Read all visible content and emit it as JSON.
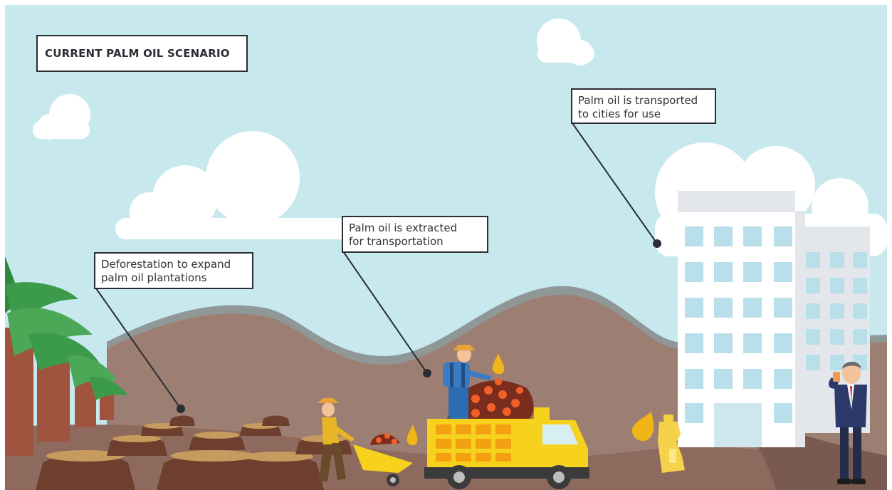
{
  "title": "CURRENT PALM OIL SCENARIO",
  "callouts": {
    "deforestation": "Deforestation to expand\npalm oil plantations",
    "extracted": "Palm oil is extracted\nfor transportation",
    "transported": "Palm oil is transported\nto cities for use"
  },
  "colors": {
    "sky": "#c7e9ee",
    "hill": "#9d7e73",
    "hill_rim": "#8f9797",
    "ground": "#8e6a5e",
    "truck": "#f7d21c",
    "building": "#ffffff",
    "window": "#b8dfea",
    "outline": "#2a2d34"
  }
}
